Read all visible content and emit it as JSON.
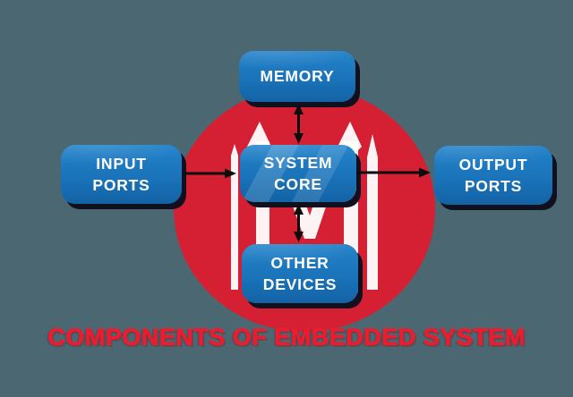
{
  "title": {
    "text": "COMPONENTS OF EMBEDDED SYSTEM"
  },
  "boxes": {
    "memory": {
      "lines": [
        "MEMORY"
      ]
    },
    "input": {
      "lines": [
        "INPUT",
        "PORTS"
      ]
    },
    "core": {
      "lines": [
        "SYSTEM",
        "CORE"
      ]
    },
    "output": {
      "lines": [
        "OUTPUT",
        "PORTS"
      ]
    },
    "other": {
      "lines": [
        "OTHER",
        "DEVICES"
      ]
    }
  },
  "icons": {
    "watermark": "m-monogram-watermark"
  },
  "colors": {
    "background": "#4b6872",
    "circle_red": "#d42032",
    "box_blue": "#1b73b9",
    "box_blue_light": "#2383ca",
    "box_blue_deep": "#1263a5",
    "box_shadow": "#10101e",
    "arrow_black": "#0d0d0d",
    "label_white": "#ffffff",
    "watermark_white": "#ffffff",
    "title_red": "#ec1c2e"
  },
  "diagram_data": {
    "type": "block-diagram",
    "nodes": [
      "MEMORY",
      "INPUT PORTS",
      "SYSTEM CORE",
      "OUTPUT PORTS",
      "OTHER DEVICES"
    ],
    "edges": [
      {
        "from": "MEMORY",
        "to": "SYSTEM CORE",
        "direction": "bidirectional"
      },
      {
        "from": "SYSTEM CORE",
        "to": "OTHER DEVICES",
        "direction": "bidirectional"
      },
      {
        "from": "INPUT PORTS",
        "to": "SYSTEM CORE",
        "direction": "unidirectional"
      },
      {
        "from": "SYSTEM CORE",
        "to": "OUTPUT PORTS",
        "direction": "unidirectional"
      }
    ]
  }
}
